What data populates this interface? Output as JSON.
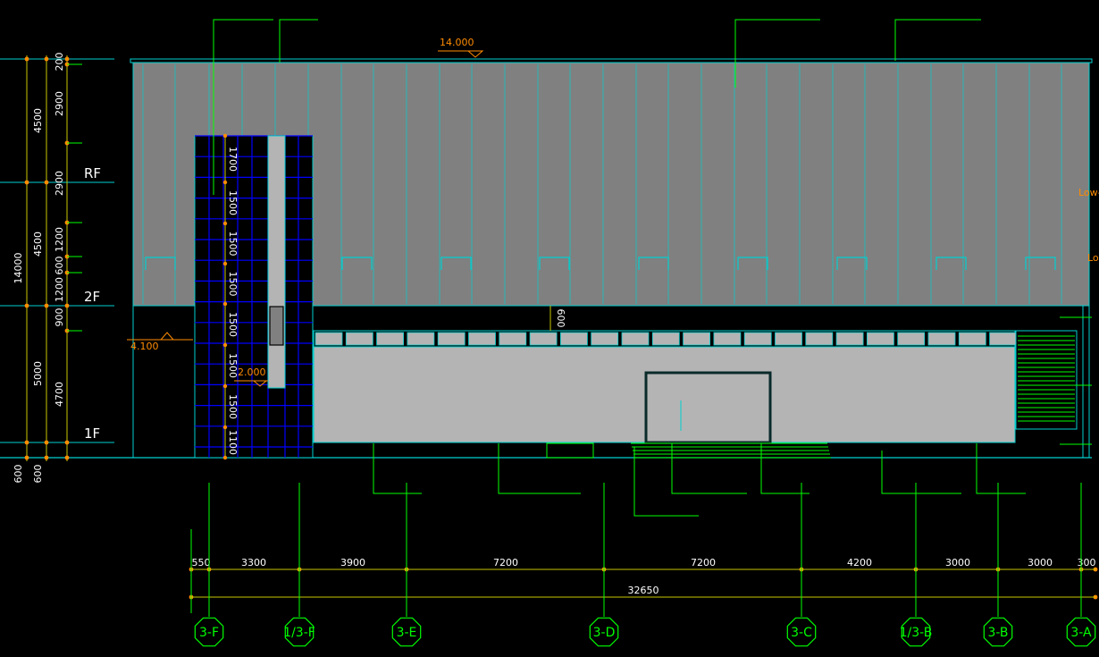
{
  "colors": {
    "background": "#000000",
    "facade": "#808080",
    "panel": "#b4b4b4",
    "cyan": "#00d0d0",
    "green": "#00ff00",
    "yellow": "#c8c800",
    "orange": "#ff8c00",
    "blue": "#0000ff",
    "white": "#ffffff"
  },
  "levels": {
    "rf": "RF",
    "f2": "2F",
    "f1": "1F"
  },
  "elevations": {
    "top": "14.000",
    "mid": "4.100",
    "low": "2.000"
  },
  "left_dims": {
    "total": "14000",
    "floors": [
      "4500",
      "4500",
      "5000"
    ],
    "segments": [
      "200",
      "2900",
      "2900",
      "1200",
      "600",
      "1200",
      "900",
      "4700"
    ],
    "bottom": [
      "600",
      "600"
    ]
  },
  "tower_dims": [
    "1700",
    "1500",
    "1500",
    "1500",
    "1500",
    "1500",
    "1500",
    "1100"
  ],
  "canopy_dim": "600",
  "bottom_dims": {
    "spans": [
      "550",
      "3300",
      "3900",
      "7200",
      "7200",
      "4200",
      "3000",
      "3000",
      "300"
    ],
    "total": "32650"
  },
  "axes": [
    "3-F",
    "1/3-F",
    "3-E",
    "3-D",
    "3-C",
    "1/3-B",
    "3-B",
    "3-A"
  ],
  "right_notes": [
    "Low-",
    "Lo"
  ]
}
